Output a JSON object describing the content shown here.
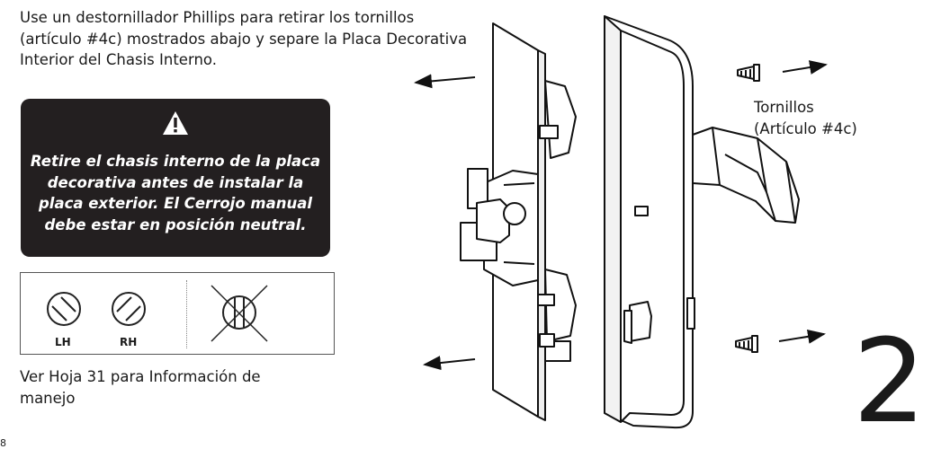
{
  "instructions": "Use un destornillador Phillips para retirar los tornillos (artículo #4c) mostrados abajo y separe la Placa Decorativa Interior del Chasis Interno.",
  "warning": {
    "icon": "warning-triangle-icon",
    "text": "Retire el chasis interno de la placa decorativa antes de instalar la placa exterior. El Cerrojo manual debe estar en posición neutral."
  },
  "handing": {
    "left_label": "LH",
    "right_label": "RH"
  },
  "reference": "Ver Hoja 31 para Información de manejo",
  "screws_label": {
    "line1": "Tornillos",
    "line2": "(Artículo #4c)"
  },
  "step_number": "2",
  "page_number": "8",
  "colors": {
    "warning_bg": "#231f20",
    "ink": "#1a1a1a"
  }
}
